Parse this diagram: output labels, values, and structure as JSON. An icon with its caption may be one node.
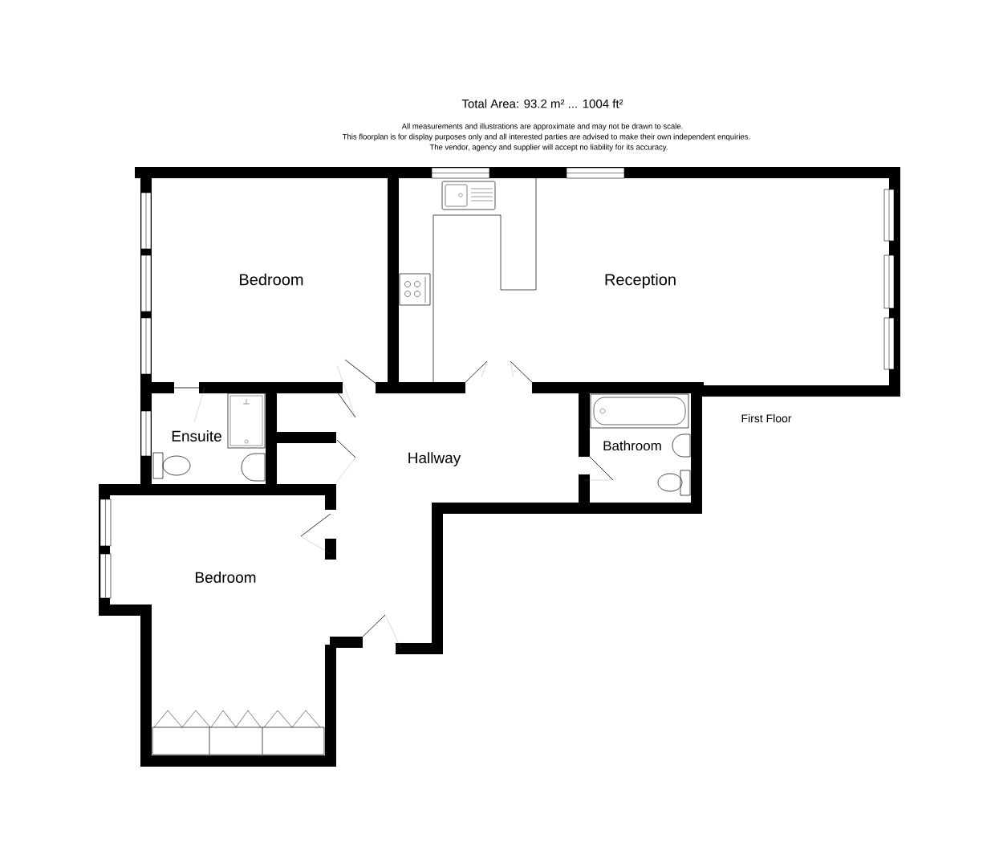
{
  "diagram": {
    "title": "Total Area: 93.2 m² ... 1004 ft²",
    "labels": [
      "All measurements and illustrations are approximate and may not be drawn to scale.",
      "This floorplan is for display purposes only and all interested parties are advised to make their own independent enquiries.",
      "The vendor, agency and supplier will accept no liability for its accuracy.",
      "Bedroom",
      "Reception",
      "First Floor",
      "Ensuite",
      "Bathroom",
      "Hallway",
      "Bedroom"
    ]
  }
}
